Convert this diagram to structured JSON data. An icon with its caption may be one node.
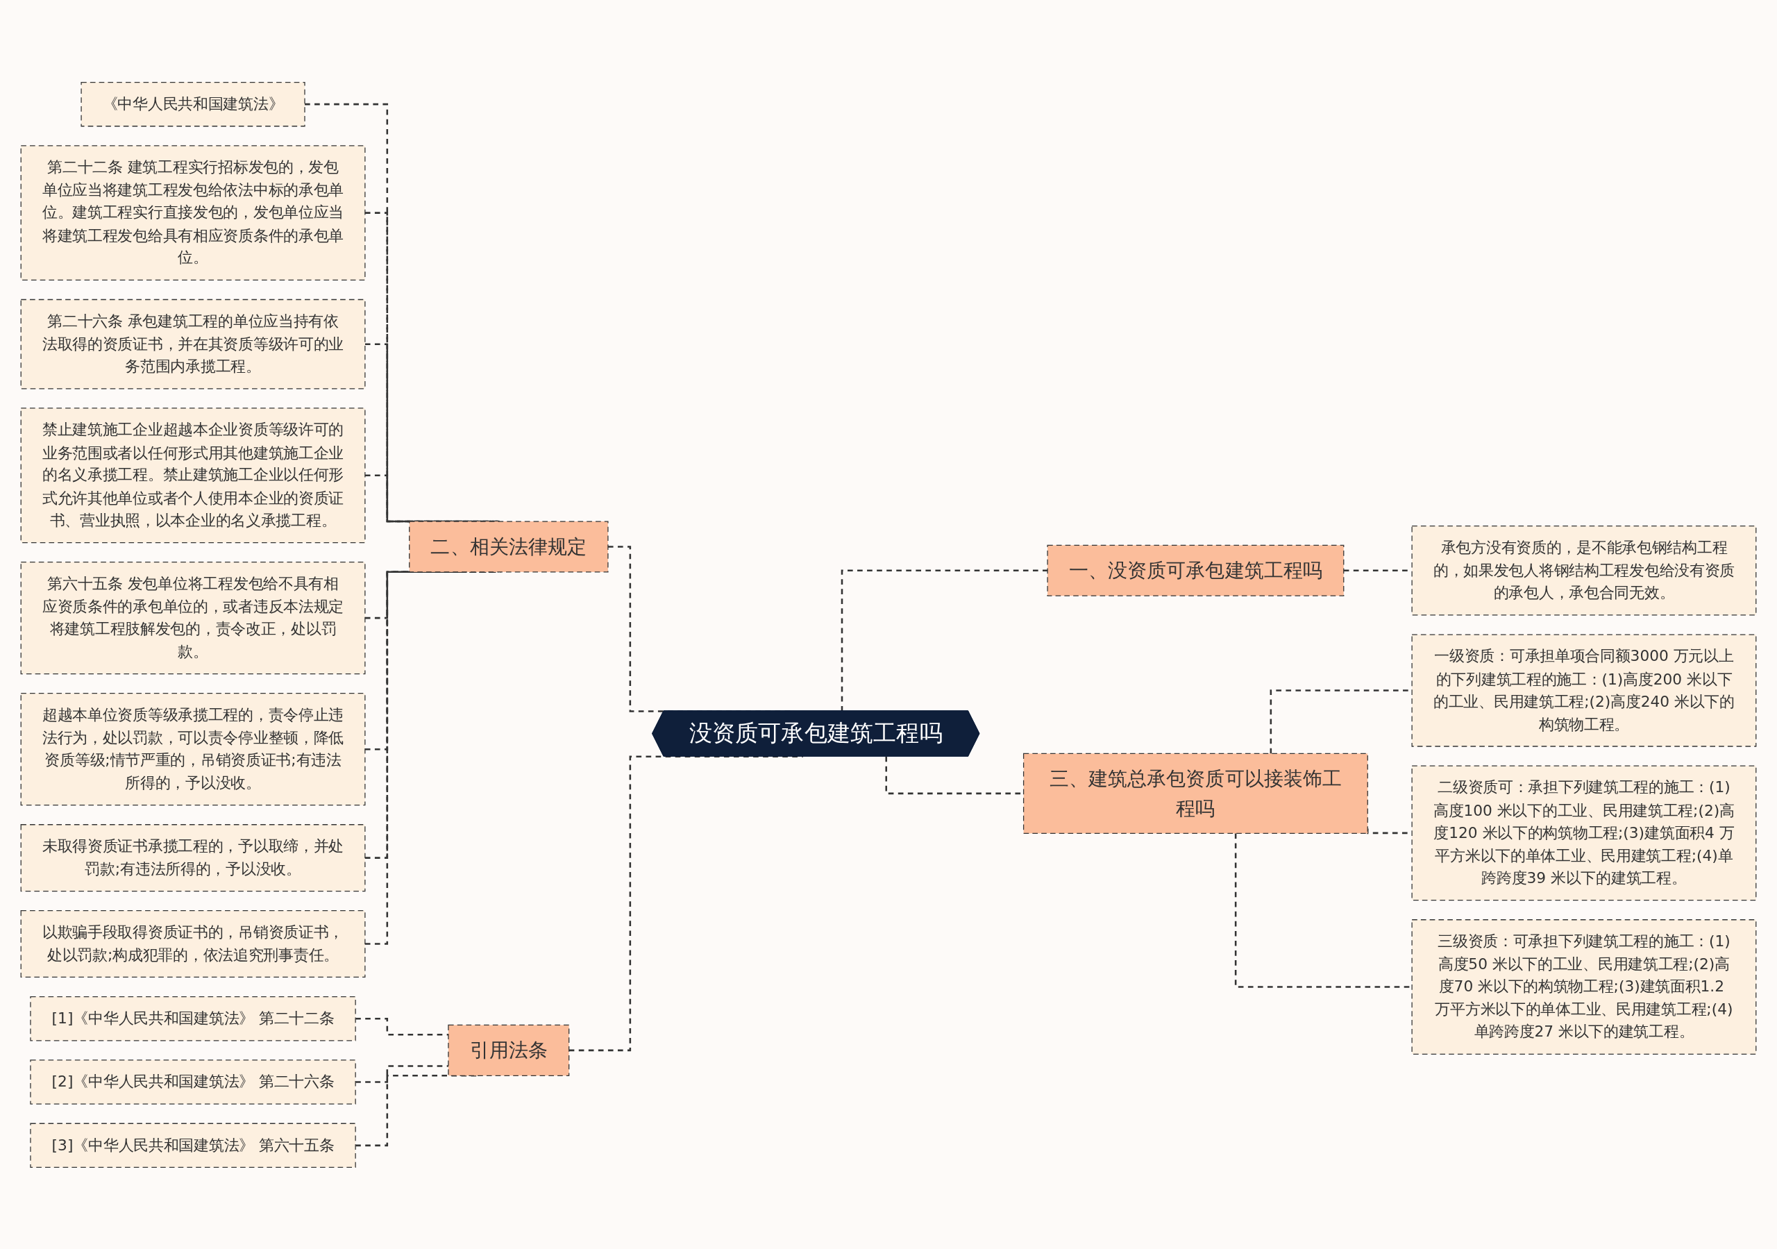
{
  "diagram": {
    "nodes": [
      {
        "text": [
          "没资质可承包建筑工程吗"
        ]
      },
      {
        "text": [
          "一、没资质可承包建筑工程吗"
        ]
      },
      {
        "text": [
          "承包方没有资质的，是不能承包钢结构工程的，如果发包人将钢结构工程发包给没有资质的承包人，承包合同无效。"
        ]
      },
      {
        "text": [
          "三、建筑总承包资质可以接装饰工程吗"
        ]
      },
      {
        "text": [
          "一级资质：可承担单项合同额3000 万元以上的下列建筑工程的施工：(1)高度200 米以下的工业、民用建筑工程;(2)高度240 米以下的构筑物工程。"
        ]
      },
      {
        "text": [
          "二级资质可：承担下列建筑工程的施工：(1)高度100 米以下的工业、民用建筑工程;(2)高度120 米以下的构筑物工程;(3)建筑面积4 万平方米以下的单体工业、民用建筑工程;(4)单跨跨度39 米以下的建筑工程。"
        ]
      },
      {
        "text": [
          "三级资质：可承担下列建筑工程的施工：(1)高度50 米以下的工业、民用建筑工程;(2)高度70 米以下的构筑物工程;(3)建筑面积1.2 万平方米以下的单体工业、民用建筑工程;(4)单跨跨度27 米以下的建筑工程。"
        ]
      },
      {
        "text": [
          "二、相关法律规定"
        ]
      },
      {
        "text": [
          "《中华人民共和国建筑法》"
        ]
      },
      {
        "text": [
          "第二十二条 建筑工程实行招标发包的，发包单位应当将建筑工程发包给依法中标的承包单位。建筑工程实行直接发包的，发包单位应当将建筑工程发包给具有相应资质条件的承包单位。"
        ]
      },
      {
        "text": [
          "第二十六条 承包建筑工程的单位应当持有依法取得的资质证书，并在其资质等级许可的业务范围内承揽工程。"
        ]
      },
      {
        "text": [
          "禁止建筑施工企业超越本企业资质等级许可的业务范围或者以任何形式用其他建筑施工企业的名义承揽工程。禁止建筑施工企业以任何形式允许其他单位或者个人使用本企业的资质证书、营业执照，以本企业的名义承揽工程。"
        ]
      },
      {
        "text": [
          "第六十五条 发包单位将工程发包给不具有相应资质条件的承包单位的，或者违反本法规定将建筑工程肢解发包的，责令改正，处以罚款。"
        ]
      },
      {
        "text": [
          "超越本单位资质等级承揽工程的，责令停止违法行为，处以罚款，可以责令停业整顿，降低资质等级;情节严重的，吊销资质证书;有违法所得的，予以没收。"
        ]
      },
      {
        "text": [
          "未取得资质证书承揽工程的，予以取缔，并处罚款;有违法所得的，予以没收。"
        ]
      },
      {
        "text": [
          "以欺骗手段取得资质证书的，吊销资质证书，处以罚款;构成犯罪的，依法追究刑事责任。"
        ]
      },
      {
        "text": [
          "引用法条"
        ]
      },
      {
        "text": [
          "[1]《中华人民共和国建筑法》 第二十二条"
        ]
      },
      {
        "text": [
          "[2]《中华人民共和国建筑法》 第二十六条"
        ]
      },
      {
        "text": [
          "[3]《中华人民共和国建筑法》 第六十五条"
        ]
      }
    ],
    "edges": [
      {
        "from": 0,
        "to": 1,
        "arrow": "none",
        "style": "dashed"
      },
      {
        "from": 1,
        "to": 2,
        "arrow": "none",
        "style": "dashed"
      },
      {
        "from": 0,
        "to": 3,
        "arrow": "none",
        "style": "dashed"
      },
      {
        "from": 3,
        "to": 4,
        "arrow": "none",
        "style": "dashed"
      },
      {
        "from": 3,
        "to": 5,
        "arrow": "none",
        "style": "dashed"
      },
      {
        "from": 3,
        "to": 6,
        "arrow": "none",
        "style": "dashed"
      },
      {
        "from": 0,
        "to": 7,
        "arrow": "none",
        "style": "dashed"
      },
      {
        "from": 7,
        "to": 8,
        "arrow": "none",
        "style": "dashed"
      },
      {
        "from": 7,
        "to": 9,
        "arrow": "none",
        "style": "dashed"
      },
      {
        "from": 7,
        "to": 10,
        "arrow": "none",
        "style": "dashed"
      },
      {
        "from": 7,
        "to": 11,
        "arrow": "none",
        "style": "dashed"
      },
      {
        "from": 7,
        "to": 12,
        "arrow": "none",
        "style": "dashed"
      },
      {
        "from": 7,
        "to": 13,
        "arrow": "none",
        "style": "dashed"
      },
      {
        "from": 7,
        "to": 14,
        "arrow": "none",
        "style": "dashed"
      },
      {
        "from": 7,
        "to": 15,
        "arrow": "none",
        "style": "dashed"
      },
      {
        "from": 0,
        "to": 16,
        "arrow": "none",
        "style": "dashed"
      },
      {
        "from": 16,
        "to": 17,
        "arrow": "none",
        "style": "dashed"
      },
      {
        "from": 16,
        "to": 18,
        "arrow": "none",
        "style": "dashed"
      },
      {
        "from": 16,
        "to": 19,
        "arrow": "none",
        "style": "dashed"
      }
    ]
  }
}
